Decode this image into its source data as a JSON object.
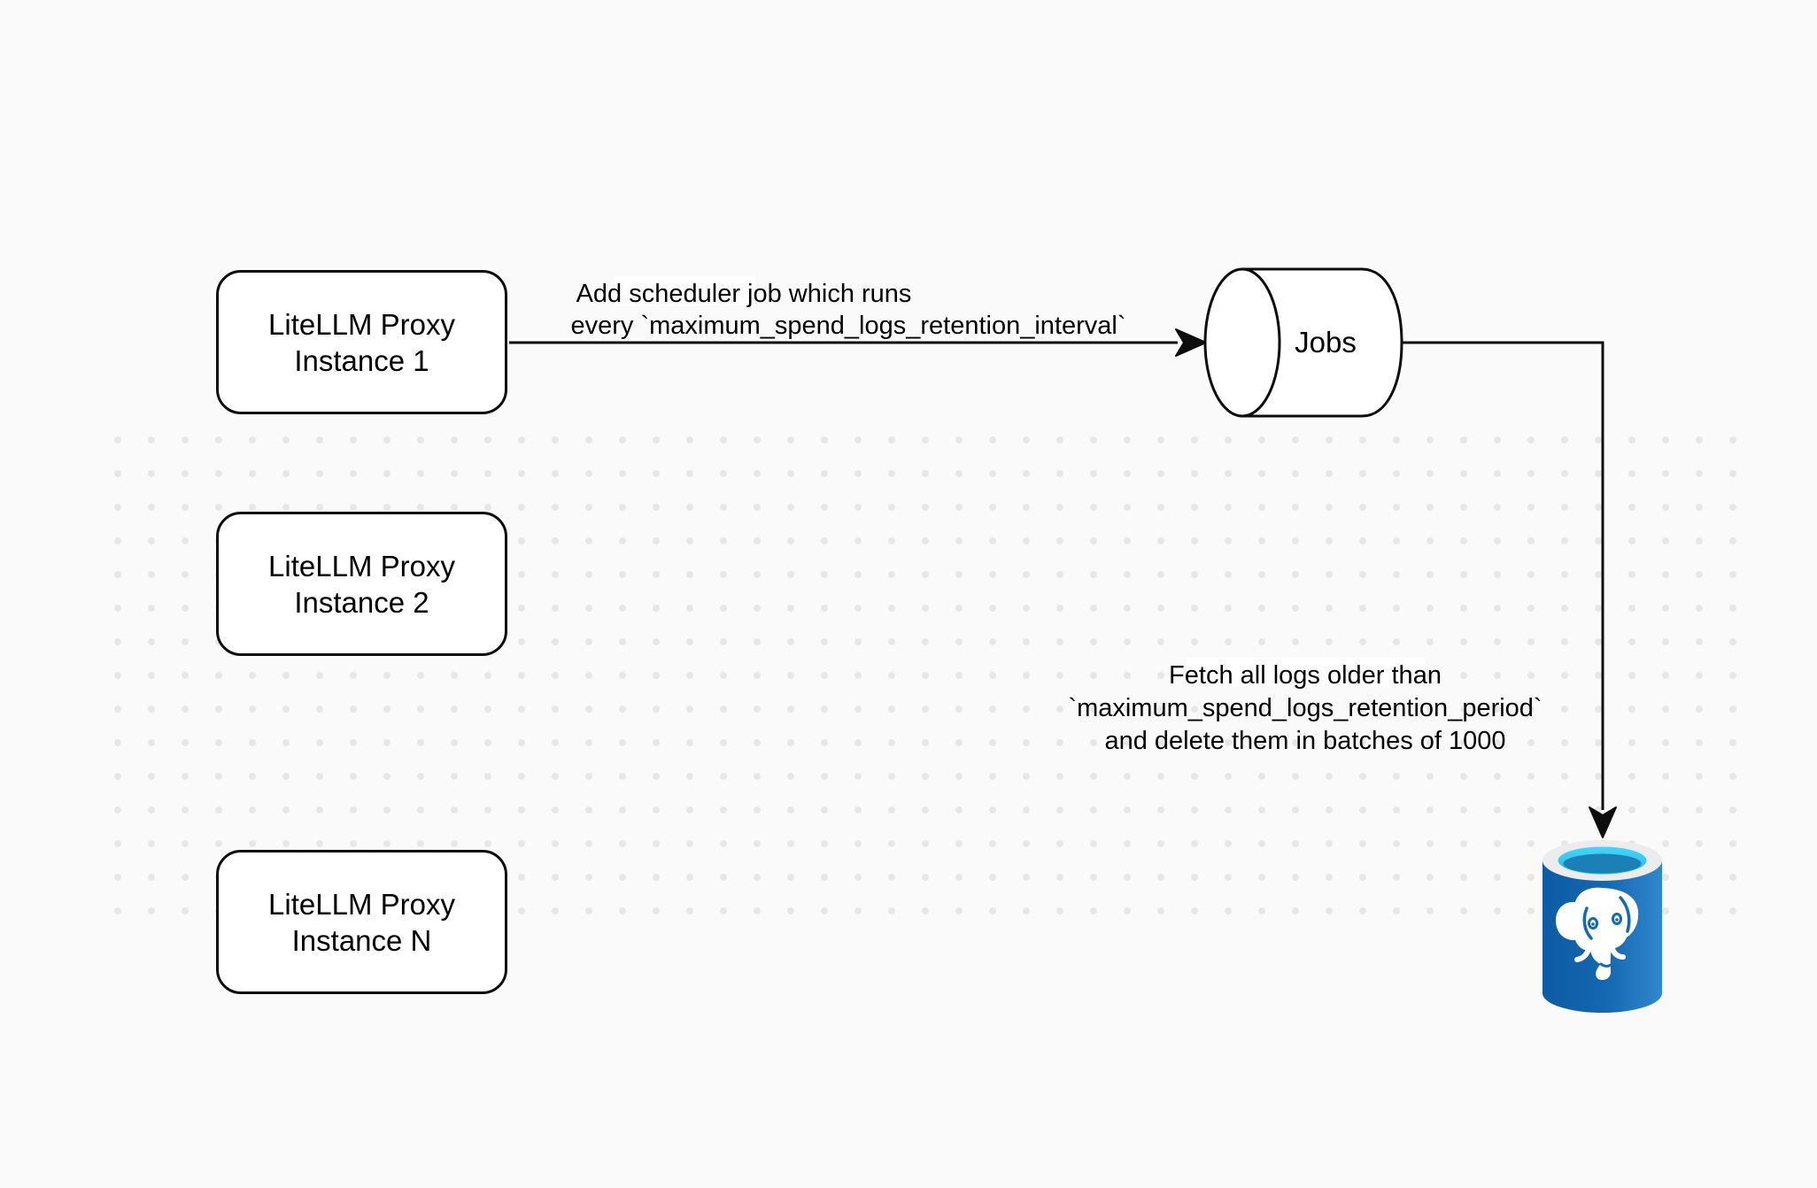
{
  "diagram": {
    "nodes": {
      "proxy_instances": [
        {
          "line1": "LiteLLM Proxy",
          "line2": "Instance 1"
        },
        {
          "line1": "LiteLLM Proxy",
          "line2": "Instance 2"
        },
        {
          "line1": "LiteLLM Proxy",
          "line2": "Instance N"
        }
      ],
      "jobs_queue": {
        "label": "Jobs",
        "shape": "horizontal-cylinder"
      },
      "database": {
        "icon": "postgresql-database-icon"
      }
    },
    "edges": {
      "schedule": {
        "line1": "Add scheduler job which runs",
        "line2": "every `maximum_spend_logs_retention_interval`"
      },
      "fetch": {
        "line1": "Fetch all logs older than",
        "line2": "`maximum_spend_logs_retention_period`",
        "line3": "and delete them in batches of 1000"
      }
    }
  },
  "colors": {
    "canvas_bg": "#fafafa",
    "dot_color": "#e7e7e7",
    "stroke_color": "#0d0d0d",
    "text_color": "#000000",
    "shape_fill": "#ffffff",
    "label_bg": "#ffffff",
    "postgres_blue_dark": "#0d5ba4",
    "postgres_blue": "#1568b2",
    "postgres_blue_light": "#3188cc",
    "postgres_ring": "#ececec",
    "postgres_cyan": "#44d7f9",
    "postgres_cyan_deep": "#29b6e8",
    "postgres_teal": "#1b80b5"
  }
}
